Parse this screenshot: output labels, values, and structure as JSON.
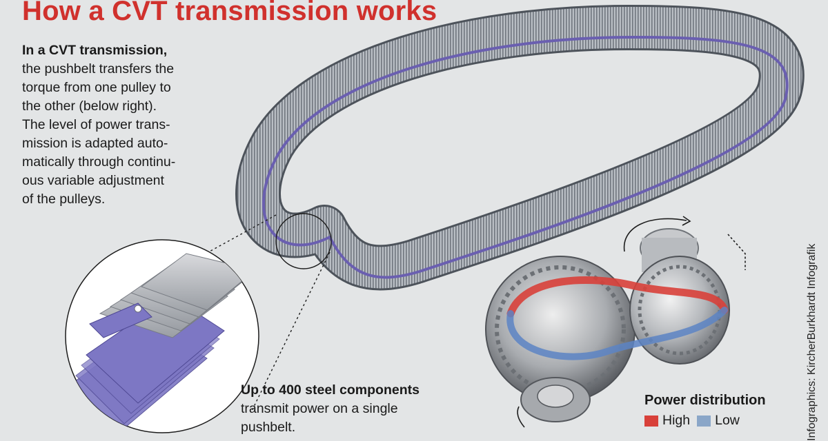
{
  "title": "How a CVT transmission works",
  "intro": {
    "lead": "In a CVT transmission,",
    "lines": [
      "the pushbelt transfers the",
      "torque from one pulley to",
      "the other (below right).",
      "The level of power trans-",
      "mission is adapted auto-",
      "matically through continu-",
      "ous variable adjustment",
      "of the pulleys."
    ]
  },
  "components": {
    "lead": "Up to 400 steel components",
    "lines": [
      "transmit power on a single",
      "pushbelt."
    ]
  },
  "legend": {
    "title": "Power distribution",
    "items": [
      {
        "label": "High",
        "color": "#d8403a"
      },
      {
        "label": "Low",
        "color": "#8aa6c8"
      }
    ]
  },
  "credit": "Infographics: KircherBurkhardt Infografik",
  "colors": {
    "title_red": "#d0312d",
    "belt_steel": "#8a9099",
    "belt_band": "#6a5fb0",
    "power_high": "#d8403a",
    "power_low": "#5c84c4"
  },
  "icons": [
    "pushbelt-loop-illustration",
    "belt-closeup-illustration",
    "pulley-pair-illustration",
    "rotation-arrow-icon"
  ]
}
